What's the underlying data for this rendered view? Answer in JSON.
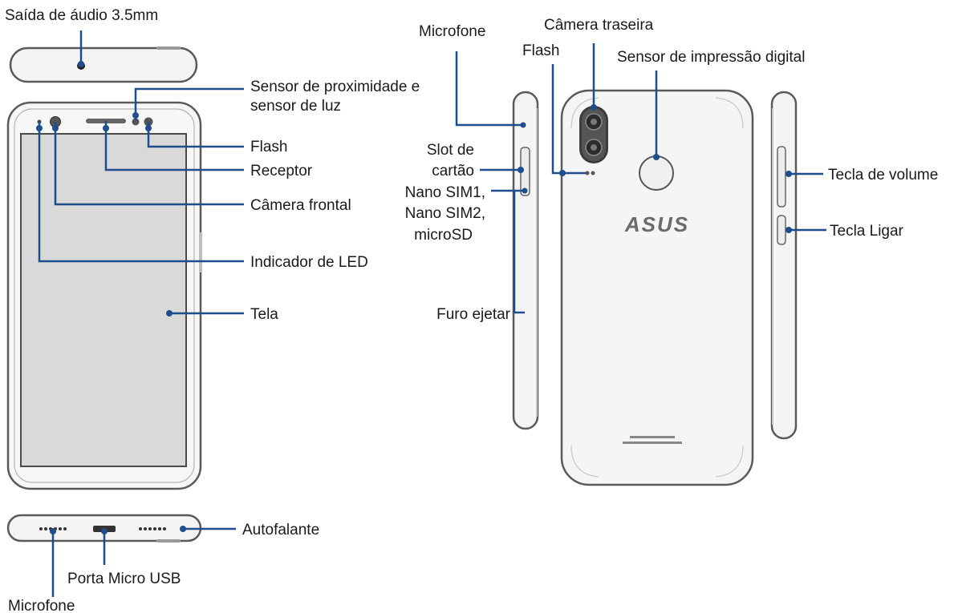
{
  "colors": {
    "leader": "#1f4e8c",
    "dot": "#1f4e8c",
    "outline": "#5a5a5a",
    "body_fill": "#f4f4f4",
    "screen_fill": "#d9d9d9",
    "text": "#1a1a1a"
  },
  "labels": {
    "audio_jack": "Saída de áudio 3.5mm",
    "proximity": "Sensor de proximidade e",
    "proximity2": "sensor de luz",
    "flash_front": "Flash",
    "receiver": "Receptor",
    "front_camera": "Câmera frontal",
    "led": "Indicador de LED",
    "screen": "Tela",
    "speaker": "Autofalante",
    "micro_usb": "Porta Micro USB",
    "mic_bottom": "Microfone",
    "mic_side": "Microfone",
    "flash_rear": "Flash",
    "rear_camera": "Câmera traseira",
    "fingerprint": "Sensor de impressão digital",
    "card_slot_1": "Slot de",
    "card_slot_2": "cartão",
    "card_slot_3": "Nano SIM1,",
    "card_slot_4": "Nano SIM2,",
    "card_slot_5": "microSD",
    "eject": "Furo ejetar",
    "volume": "Tecla de volume",
    "power": "Tecla Ligar"
  },
  "logo": {
    "text": "ASUS"
  },
  "icons": [
    "front-camera-icon",
    "rear-camera-icon",
    "fingerprint-sensor-icon",
    "micro-usb-port-icon",
    "speaker-grille-icon",
    "audio-jack-icon"
  ]
}
